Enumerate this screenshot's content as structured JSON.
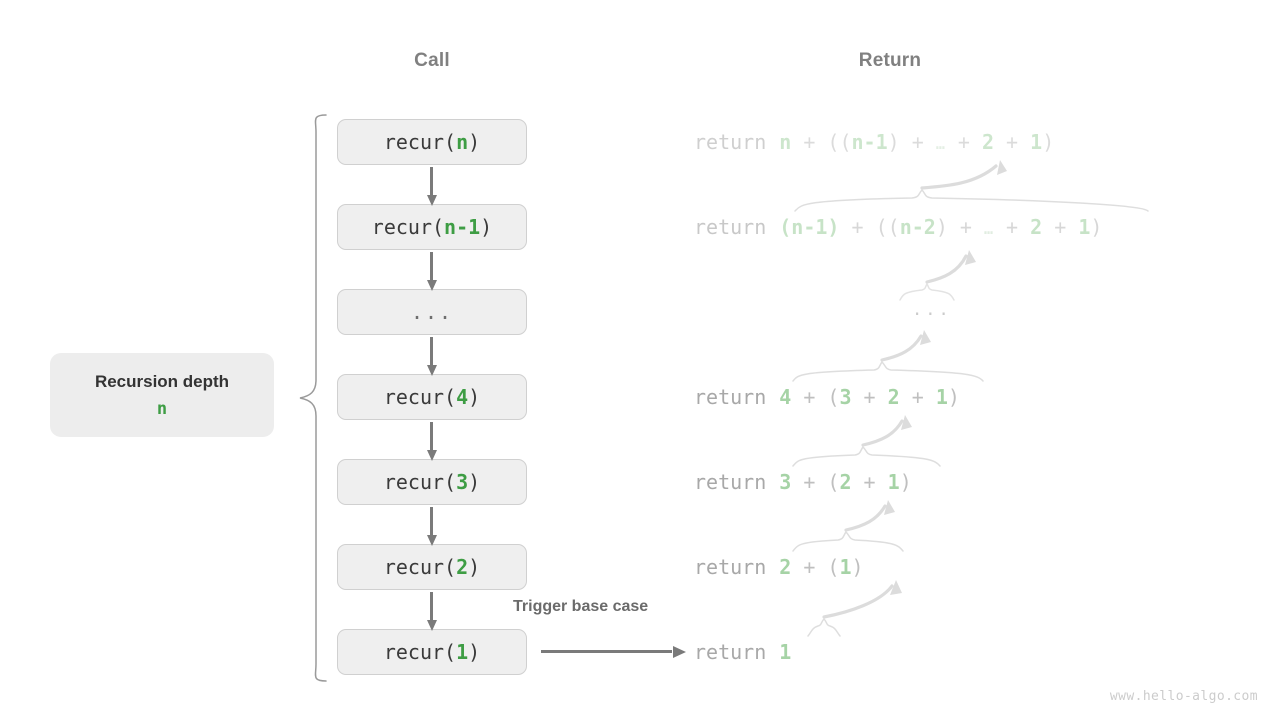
{
  "headers": {
    "call": "Call",
    "return": "Return"
  },
  "depth_label": {
    "title": "Recursion depth",
    "value": "n"
  },
  "trigger": {
    "label": "Trigger base case"
  },
  "watermark": "www.hello-algo.com",
  "colors": {
    "box_fill": "#efefef",
    "box_border": "#d0d0d0",
    "call_green": "#3e9d44",
    "return_green": "#a6d3a6",
    "text_gray": "#3a3a3a",
    "muted_gray": "#a8a8a8",
    "header_gray": "#808080",
    "arrow_gray": "#7a7a7a",
    "brace_gray": "#9a9a9a",
    "watermark_gray": "#cccccc"
  },
  "call_stack": [
    {
      "prefix": "recur(",
      "arg": "n",
      "suffix": ")",
      "ellipsis": false
    },
    {
      "prefix": "recur(",
      "arg": "n-1",
      "suffix": ")",
      "ellipsis": false
    },
    {
      "prefix": "",
      "arg": "",
      "suffix": "",
      "ellipsis": true,
      "text": "..."
    },
    {
      "prefix": "recur(",
      "arg": "4",
      "suffix": ")",
      "ellipsis": false
    },
    {
      "prefix": "recur(",
      "arg": "3",
      "suffix": ")",
      "ellipsis": false
    },
    {
      "prefix": "recur(",
      "arg": "2",
      "suffix": ")",
      "ellipsis": false
    },
    {
      "prefix": "recur(",
      "arg": "1",
      "suffix": ")",
      "ellipsis": false
    }
  ],
  "returns": [
    {
      "keyword": "return",
      "expression": "n + ((n-1) + … + 2 + 1)"
    },
    {
      "keyword": "return",
      "expression": "(n-1) + ((n-2) + … + 2 + 1)"
    },
    {
      "keyword": "",
      "expression": "..."
    },
    {
      "keyword": "return",
      "expression": "4 + (3 + 2 + 1)"
    },
    {
      "keyword": "return",
      "expression": "3 + (2 + 1)"
    },
    {
      "keyword": "return",
      "expression": "2 + (1)"
    },
    {
      "keyword": "return",
      "expression": "1"
    }
  ]
}
